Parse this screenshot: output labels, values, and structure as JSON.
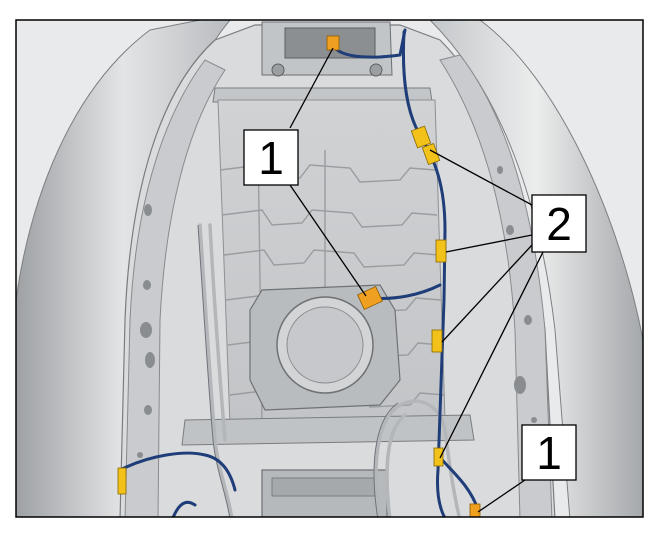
{
  "callouts": [
    {
      "id": "c1a",
      "label": "1"
    },
    {
      "id": "c1b",
      "label": "1"
    },
    {
      "id": "c2",
      "label": "2"
    }
  ],
  "colors": {
    "frame_metal": "#d4d6d8",
    "frame_shadow": "#a8abae",
    "inner_panel": "#c8cacc",
    "wire_harness": "#1f3d78",
    "connector_yellow": "#f2c21a",
    "connector_orange": "#f0a020",
    "border": "#000000"
  }
}
